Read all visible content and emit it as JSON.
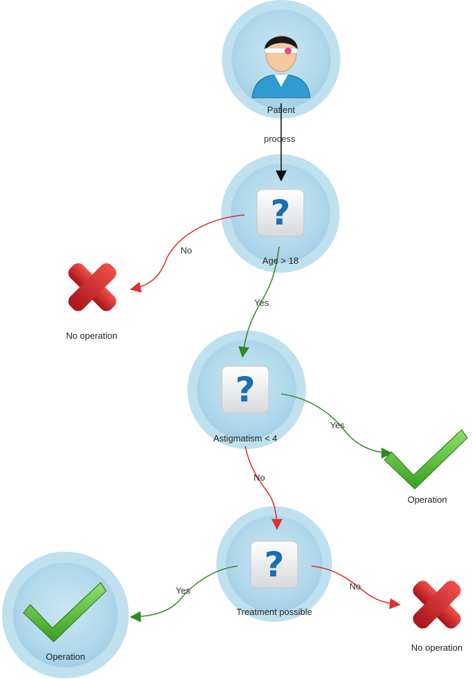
{
  "nodes": {
    "patient": {
      "label": "Patient",
      "icon": "patient-icon"
    },
    "age": {
      "label": "Age > 18",
      "icon": "question-icon"
    },
    "astig": {
      "label": "Astigmatism < 4",
      "icon": "question-icon"
    },
    "treat": {
      "label": "Treatment possible",
      "icon": "question-icon"
    },
    "op1": {
      "label": "Operation",
      "icon": "checkmark-icon"
    },
    "op2": {
      "label": "Operation",
      "icon": "checkmark-icon"
    },
    "noop1": {
      "label": "No operation",
      "icon": "cross-icon"
    },
    "noop2": {
      "label": "No operation",
      "icon": "cross-icon"
    }
  },
  "edges": {
    "process": "process",
    "age_no": "No",
    "age_yes": "Yes",
    "astig_yes": "Yes",
    "astig_no": "No",
    "treat_yes": "Yes",
    "treat_no": "No"
  },
  "colors": {
    "ring_outer": "#bfe0ef",
    "ring_inner": "#a9d3e8",
    "yes_edge": "#3a8a2a",
    "no_edge": "#e0302c",
    "process_edge": "#111111",
    "question_blue": "#1d6db3",
    "check_green": "#5cc23a",
    "cross_red": "#d8262a"
  }
}
